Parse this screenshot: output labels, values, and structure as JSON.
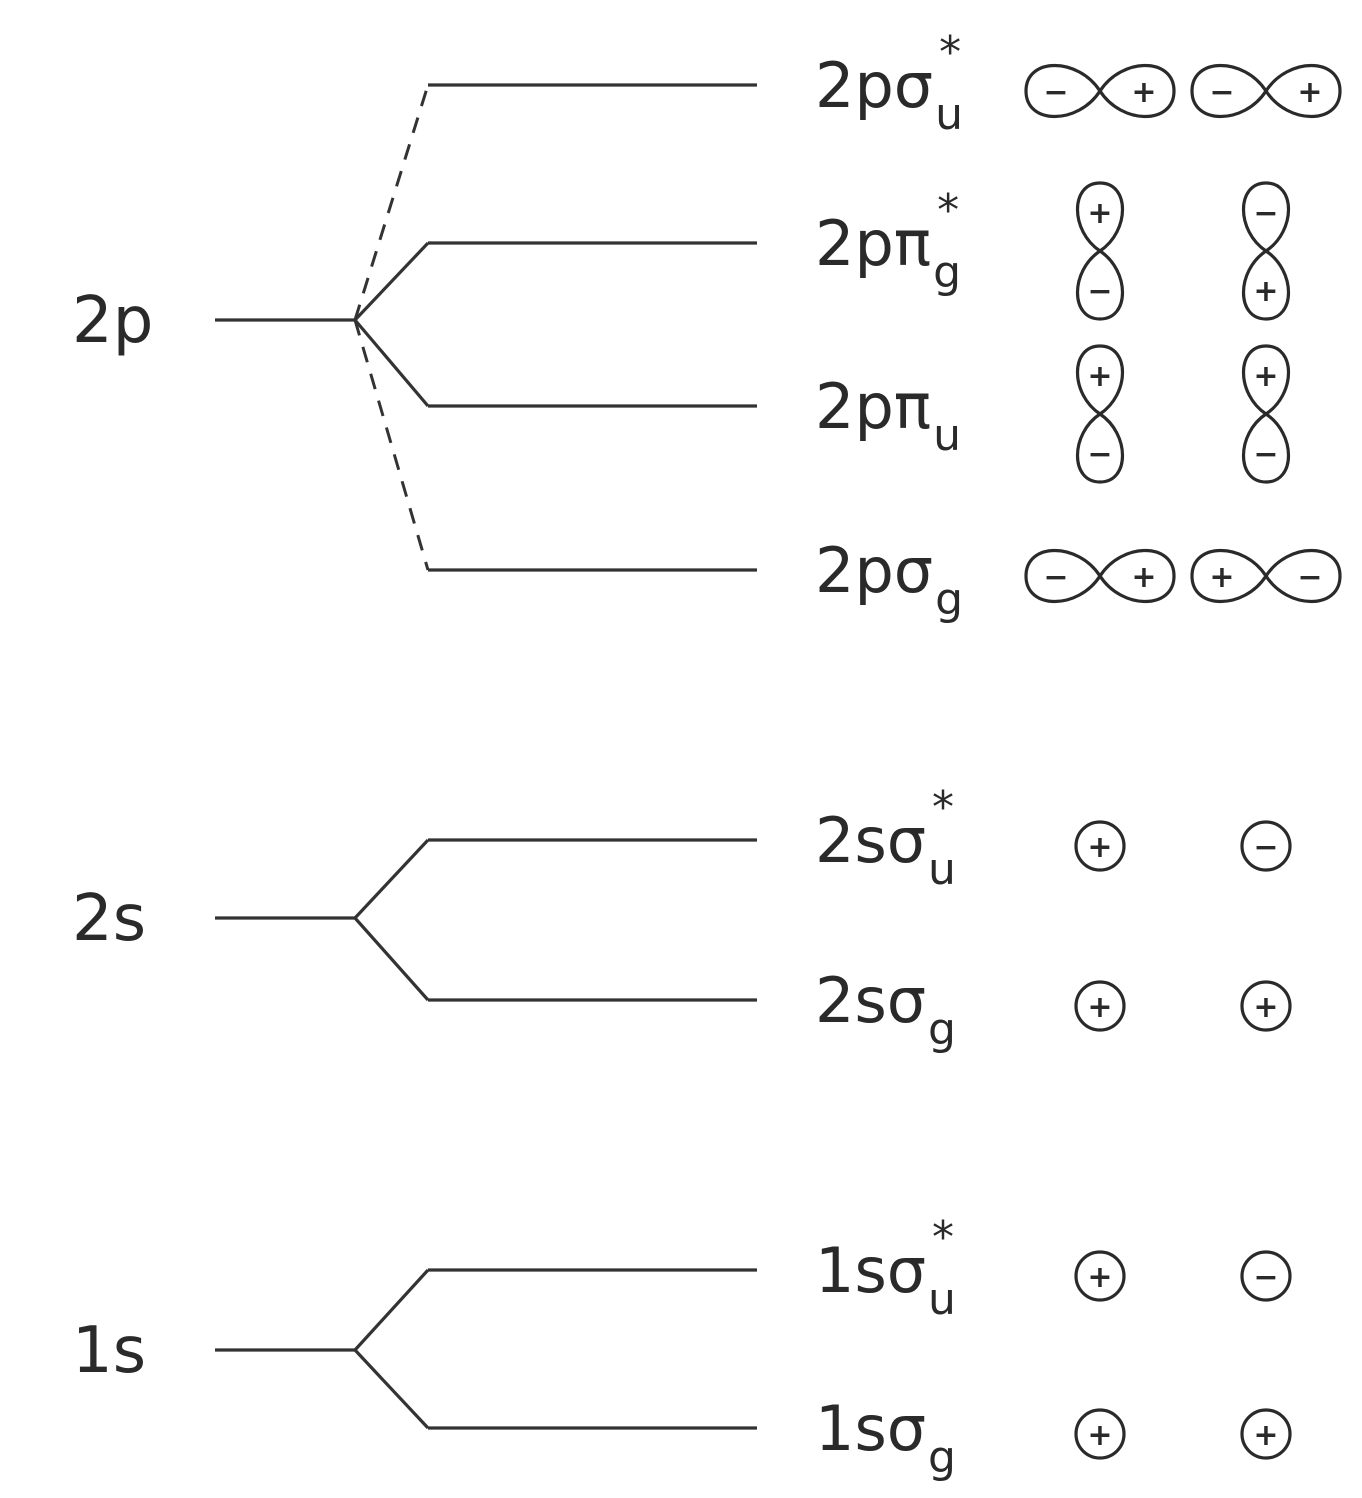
{
  "atomic_levels": [
    {
      "id": "2p",
      "label": "2p"
    },
    {
      "id": "2s",
      "label": "2s"
    },
    {
      "id": "1s",
      "label": "1s"
    }
  ],
  "molecular_levels": [
    {
      "id": "2psu",
      "base": "2pσ",
      "sub": "u",
      "sup": "*",
      "parent": "2p",
      "connector": "dashed",
      "orbitals": [
        {
          "kind": "p-horizontal",
          "signs": [
            "−",
            "+"
          ]
        },
        {
          "kind": "p-horizontal",
          "signs": [
            "−",
            "+"
          ]
        }
      ]
    },
    {
      "id": "2ppg",
      "base": "2pπ",
      "sub": "g",
      "sup": "*",
      "parent": "2p",
      "connector": "solid",
      "orbitals": [
        {
          "kind": "p-vertical",
          "signs": [
            "+",
            "−"
          ]
        },
        {
          "kind": "p-vertical",
          "signs": [
            "−",
            "+"
          ]
        }
      ]
    },
    {
      "id": "2ppu",
      "base": "2pπ",
      "sub": "u",
      "sup": "",
      "parent": "2p",
      "connector": "solid",
      "orbitals": [
        {
          "kind": "p-vertical",
          "signs": [
            "+",
            "−"
          ]
        },
        {
          "kind": "p-vertical",
          "signs": [
            "+",
            "−"
          ]
        }
      ]
    },
    {
      "id": "2psg",
      "base": "2pσ",
      "sub": "g",
      "sup": "",
      "parent": "2p",
      "connector": "dashed",
      "orbitals": [
        {
          "kind": "p-horizontal",
          "signs": [
            "−",
            "+"
          ]
        },
        {
          "kind": "p-horizontal",
          "signs": [
            "+",
            "−"
          ]
        }
      ]
    },
    {
      "id": "2ssu",
      "base": "2sσ",
      "sub": "u",
      "sup": "*",
      "parent": "2s",
      "connector": "solid",
      "orbitals": [
        {
          "kind": "s",
          "signs": [
            "+"
          ]
        },
        {
          "kind": "s",
          "signs": [
            "−"
          ]
        }
      ]
    },
    {
      "id": "2ssg",
      "base": "2sσ",
      "sub": "g",
      "sup": "",
      "parent": "2s",
      "connector": "solid",
      "orbitals": [
        {
          "kind": "s",
          "signs": [
            "+"
          ]
        },
        {
          "kind": "s",
          "signs": [
            "+"
          ]
        }
      ]
    },
    {
      "id": "1ssu",
      "base": "1sσ",
      "sub": "u",
      "sup": "*",
      "parent": "1s",
      "connector": "solid",
      "orbitals": [
        {
          "kind": "s",
          "signs": [
            "+"
          ]
        },
        {
          "kind": "s",
          "signs": [
            "−"
          ]
        }
      ]
    },
    {
      "id": "1ssg",
      "base": "1sσ",
      "sub": "g",
      "sup": "",
      "parent": "1s",
      "connector": "solid",
      "orbitals": [
        {
          "kind": "s",
          "signs": [
            "+"
          ]
        },
        {
          "kind": "s",
          "signs": [
            "+"
          ]
        }
      ]
    }
  ]
}
